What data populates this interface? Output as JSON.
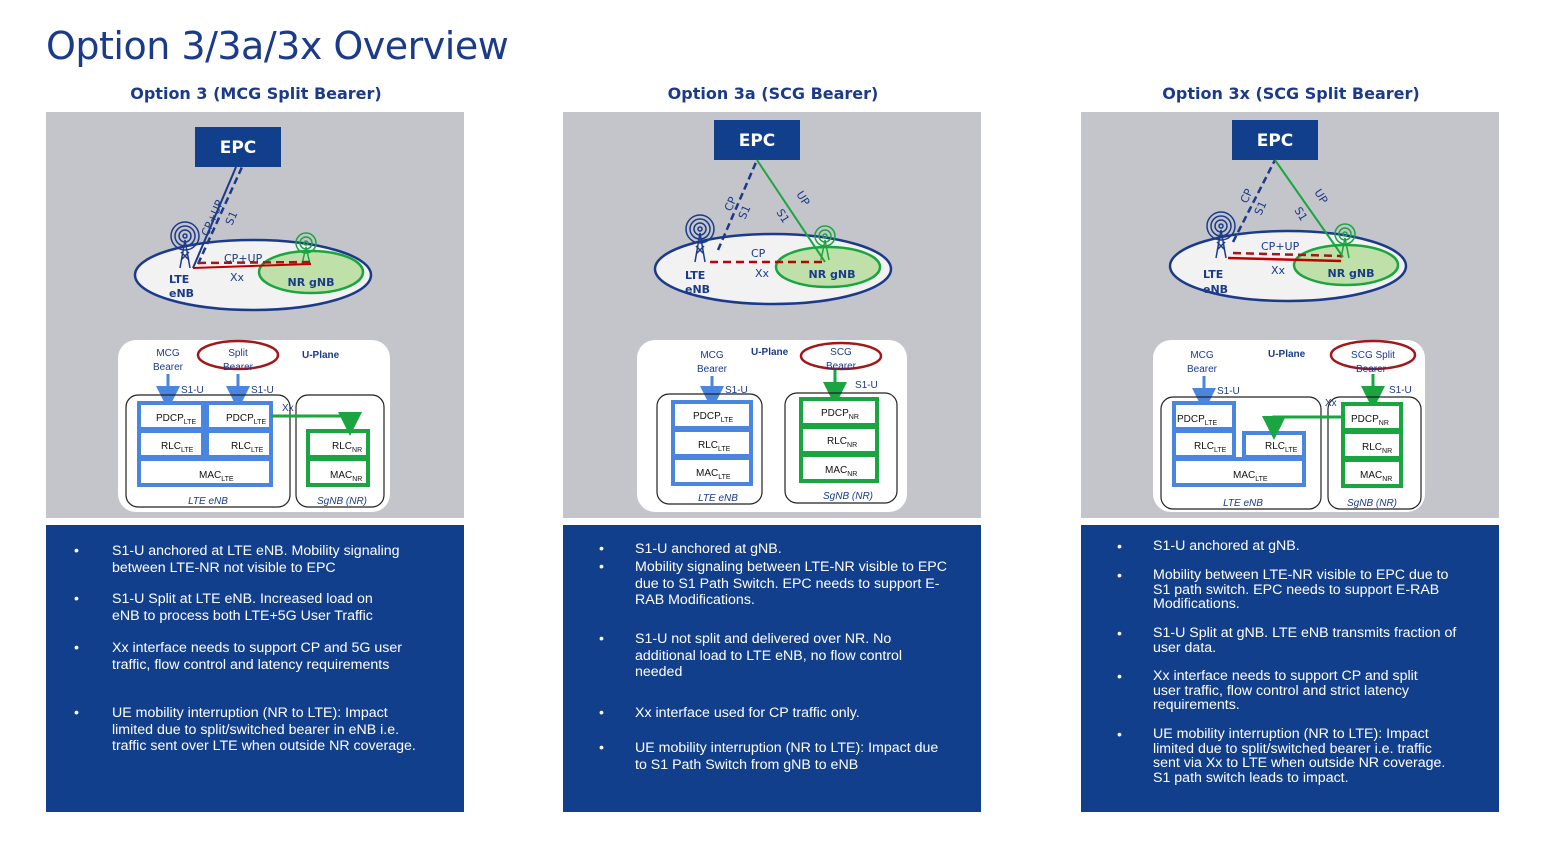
{
  "page": {
    "title": "Option 3/3a/3x Overview"
  },
  "colors": {
    "dark_blue": "#123f8c",
    "title_blue": "#1b3a8a",
    "lte_blue": "#4a86e0",
    "nr_green": "#1aa540",
    "xx_red": "#c00000",
    "bearer_oval": "#a01818",
    "diagram_bg": "#c3c5ca"
  },
  "panels": [
    {
      "title": "Option 3 (MCG Split Bearer)",
      "network": {
        "core": "EPC",
        "s1_label_top": "CP+UP",
        "s1_label_bottom": "S1",
        "xx_label_top": "CP+UP",
        "xx_label_bottom": "Xx",
        "lte_node": [
          "LTE",
          "eNB"
        ],
        "nr_node": "NR gNB"
      },
      "uplane": {
        "title": "U-Plane",
        "bearers": [
          {
            "name": [
              "MCG",
              "Bearer"
            ],
            "highlighted": false
          },
          {
            "name": [
              "Split",
              "Bearer"
            ],
            "highlighted": true
          }
        ],
        "s1u_labels": [
          "S1-U",
          "S1-U"
        ],
        "xx_label": "Xx",
        "lte_box_label": "LTE eNB",
        "nr_box_label": "SgNB (NR)",
        "layers": {
          "pdcp": "PDCP",
          "rlc": "RLC",
          "mac": "MAC",
          "lte_sub": "LTE",
          "nr_sub": "NR"
        }
      },
      "bullets": [
        "S1-U anchored at LTE eNB. Mobility signaling between LTE-NR not visible to EPC",
        "S1-U Split at LTE eNB. Increased load on eNB to process both LTE+5G User Traffic",
        "Xx interface needs to support CP and 5G user traffic, flow control and latency requirements",
        "UE mobility interruption (NR to LTE): Impact limited due to split/switched bearer in eNB i.e. traffic sent over LTE when outside NR coverage."
      ]
    },
    {
      "title": "Option 3a (SCG Bearer)",
      "network": {
        "core": "EPC",
        "s1_cp_label_top": "CP",
        "s1_cp_label_bottom": "S1",
        "s1_up_label_top": "UP",
        "s1_up_label_bottom": "S1",
        "xx_label_top": "CP",
        "xx_label_bottom": "Xx",
        "lte_node": [
          "LTE",
          "eNB"
        ],
        "nr_node": "NR gNB"
      },
      "uplane": {
        "title": "U-Plane",
        "bearers": [
          {
            "name": [
              "MCG",
              "Bearer"
            ],
            "highlighted": false
          },
          {
            "name": [
              "SCG",
              "Bearer"
            ],
            "highlighted": true
          }
        ],
        "s1u_labels": [
          "S1-U",
          "S1-U"
        ],
        "lte_box_label": "LTE eNB",
        "nr_box_label": "SgNB (NR)",
        "layers": {
          "pdcp": "PDCP",
          "rlc": "RLC",
          "mac": "MAC",
          "lte_sub": "LTE",
          "nr_sub": "NR"
        }
      },
      "bullets": [
        "S1-U anchored at gNB.",
        "Mobility signaling  between LTE-NR visible to EPC due to S1 Path Switch. EPC needs to support E-RAB Modifications.",
        "S1-U not split and delivered over NR. No additional load to LTE eNB, no flow control needed",
        "Xx interface used for CP traffic only.",
        "UE mobility interruption (NR to LTE): Impact due to S1 Path Switch from gNB to eNB"
      ]
    },
    {
      "title": "Option 3x (SCG Split Bearer)",
      "network": {
        "core": "EPC",
        "s1_cp_label_top": "CP",
        "s1_cp_label_bottom": "S1",
        "s1_up_label_top": "UP",
        "s1_up_label_bottom": "S1",
        "xx_label_top": "CP+UP",
        "xx_label_bottom": "Xx",
        "lte_node": [
          "LTE",
          "eNB"
        ],
        "nr_node": "NR gNB"
      },
      "uplane": {
        "title": "U-Plane",
        "bearers": [
          {
            "name": [
              "MCG",
              "Bearer"
            ],
            "highlighted": false
          },
          {
            "name": [
              "SCG Split",
              "Bearer"
            ],
            "highlighted": true
          }
        ],
        "s1u_labels": [
          "S1-U",
          "S1-U"
        ],
        "xx_label": "Xx",
        "lte_box_label": "LTE eNB",
        "nr_box_label": "SgNB (NR)",
        "layers": {
          "pdcp": "PDCP",
          "rlc": "RLC",
          "mac": "MAC",
          "lte_sub": "LTE",
          "nr_sub": "NR"
        }
      },
      "bullets": [
        "S1-U anchored at gNB.",
        "Mobility between LTE-NR visible to EPC due to S1 path switch. EPC needs to support E-RAB Modifications.",
        "S1-U Split at gNB. LTE eNB transmits fraction of user data.",
        "Xx interface needs to support CP and split user traffic, flow control and strict latency requirements.",
        "UE mobility interruption (NR to LTE): Impact limited due to split/switched bearer i.e. traffic sent via Xx to LTE when outside NR coverage. S1 path switch leads to impact."
      ]
    }
  ]
}
